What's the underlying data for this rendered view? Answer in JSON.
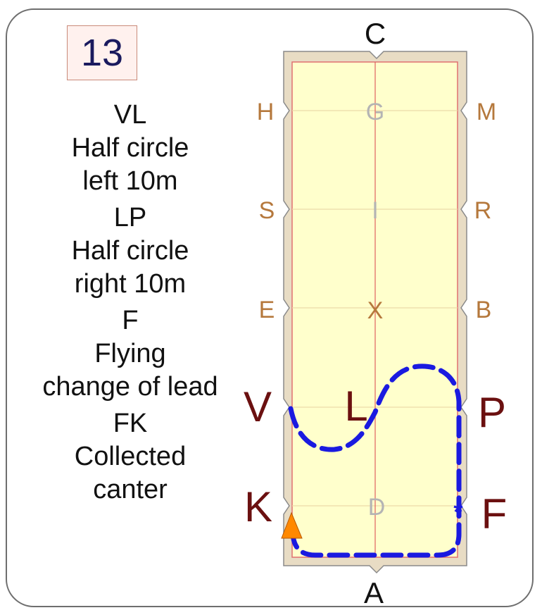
{
  "test_number": "13",
  "instructions": [
    {
      "letters": "VL",
      "lines": [
        "Half circle",
        "left 10m"
      ]
    },
    {
      "letters": "LP",
      "lines": [
        "Half circle",
        "right 10m"
      ]
    },
    {
      "letters": "F",
      "lines": [
        "Flying",
        "change of lead"
      ]
    },
    {
      "letters": "FK",
      "lines": [
        "Collected",
        "canter"
      ]
    }
  ],
  "arena": {
    "end_letters": {
      "top": "C",
      "bottom": "A"
    },
    "left_markers": [
      "H",
      "S",
      "E",
      "V",
      "K"
    ],
    "right_markers": [
      "M",
      "R",
      "B",
      "P",
      "F"
    ],
    "center_markers": [
      "G",
      "I",
      "X",
      "L",
      "D"
    ],
    "highlighted": [
      "V",
      "L",
      "P",
      "K",
      "F"
    ],
    "colors": {
      "arena_fill": "#ffffcc",
      "arena_border": "#e8dcc4",
      "centerline": "#e06060",
      "marker_small": "#b5783c",
      "marker_faint": "#b4b4b4",
      "marker_big": "#6b1010",
      "route": "#1a1ae0",
      "start_triangle": "#ff8800"
    },
    "change_of_lead_symbol": "*"
  }
}
